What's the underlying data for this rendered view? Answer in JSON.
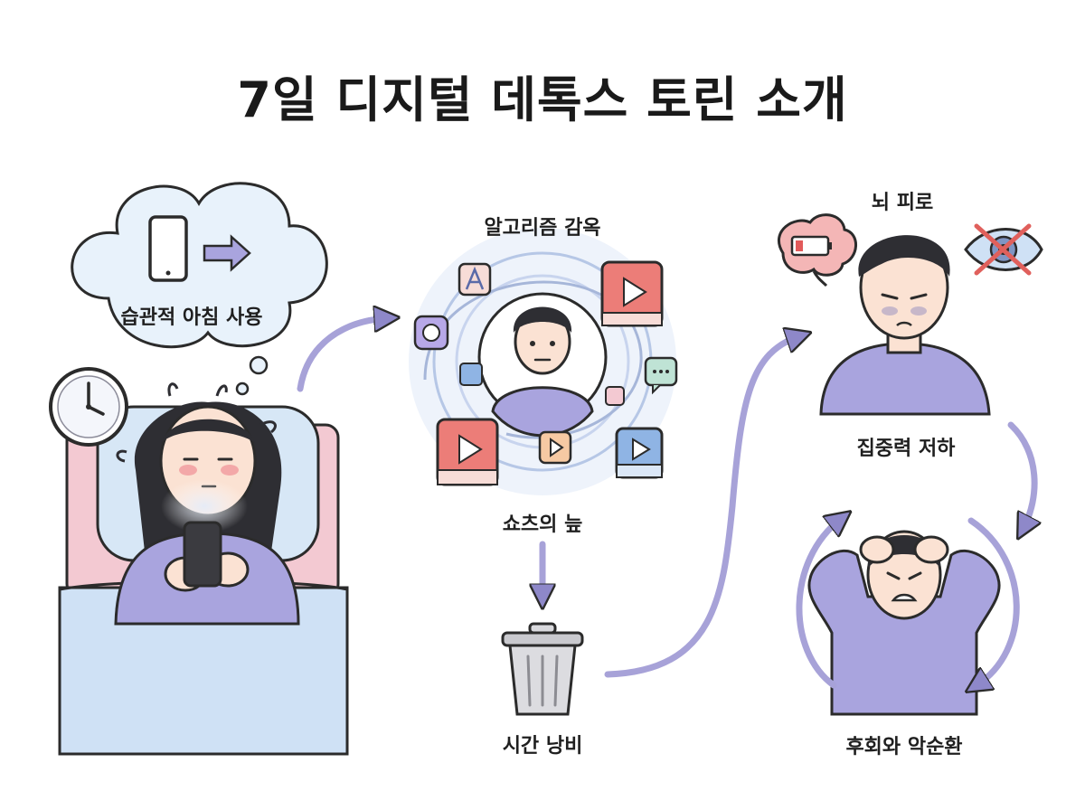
{
  "title": "7일 디지털 데톡스 토린 소개",
  "steps": {
    "morning_habit": "습관적 아침 사용",
    "algorithm_prison": "알고리즘 감옥",
    "shorts_swamp": "쇼츠의 늪",
    "time_waste": "시간 낭비",
    "brain_fatigue": "뇌 피로",
    "focus_decline": "집중력 저하",
    "regret_cycle": "후회와 악순환"
  },
  "colors": {
    "accent_purple": "#a9a4de",
    "arrow_purple": "#a7a2d8",
    "pillow_blue": "#d7e7f6",
    "bed_pink": "#f3c9d2",
    "thought_bubble": "#e8f2fb",
    "video_red": "#ec7d78",
    "video_blue": "#8fb4e4",
    "outline": "#2b2b2b"
  },
  "icons": [
    "phone-icon",
    "clock-icon",
    "brain-battery-icon",
    "eye-crossed-icon",
    "trash-can-icon",
    "video-play-icon",
    "app-icon",
    "chat-icon",
    "camera-icon"
  ]
}
